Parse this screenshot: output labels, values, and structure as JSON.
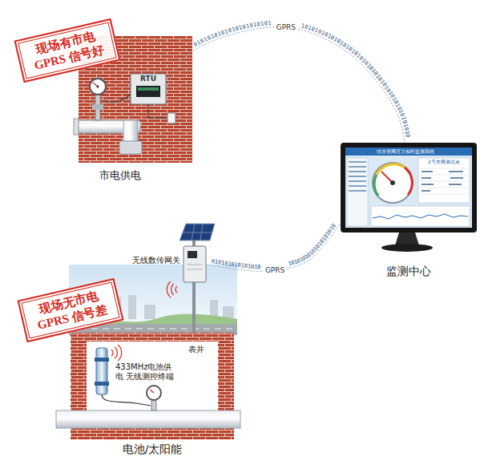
{
  "diagram": {
    "nodes": [
      {
        "text": [
          "现场有市电 GPRS 信号好"
        ]
      },
      {
        "text": [
          "RTU"
        ]
      },
      {
        "text": [
          "监测中心"
        ]
      },
      {
        "text": [
          "无线数传网关"
        ]
      },
      {
        "text": [
          "现场无市电 GPRS 信号差"
        ]
      },
      {
        "text": [
          "表井"
        ]
      },
      {
        "text": [
          "433MHz电池供电 无线测控终端"
        ],
        "in": 5
      }
    ],
    "edges": [
      {
        "from": 1,
        "to": 2,
        "arrow": "none",
        "label": "GPRS"
      },
      {
        "from": 3,
        "to": 2,
        "arrow": "none",
        "label": "GPRS"
      }
    ],
    "labels": [
      "市电供电",
      "电池/太阳能",
      "供水管网压力实时监测系统",
      "2号支网测试点",
      "0101010101010101010101",
      "1010101010101010101010101010101010101010101010",
      "010101010101010",
      "10101010101010101010"
    ]
  }
}
